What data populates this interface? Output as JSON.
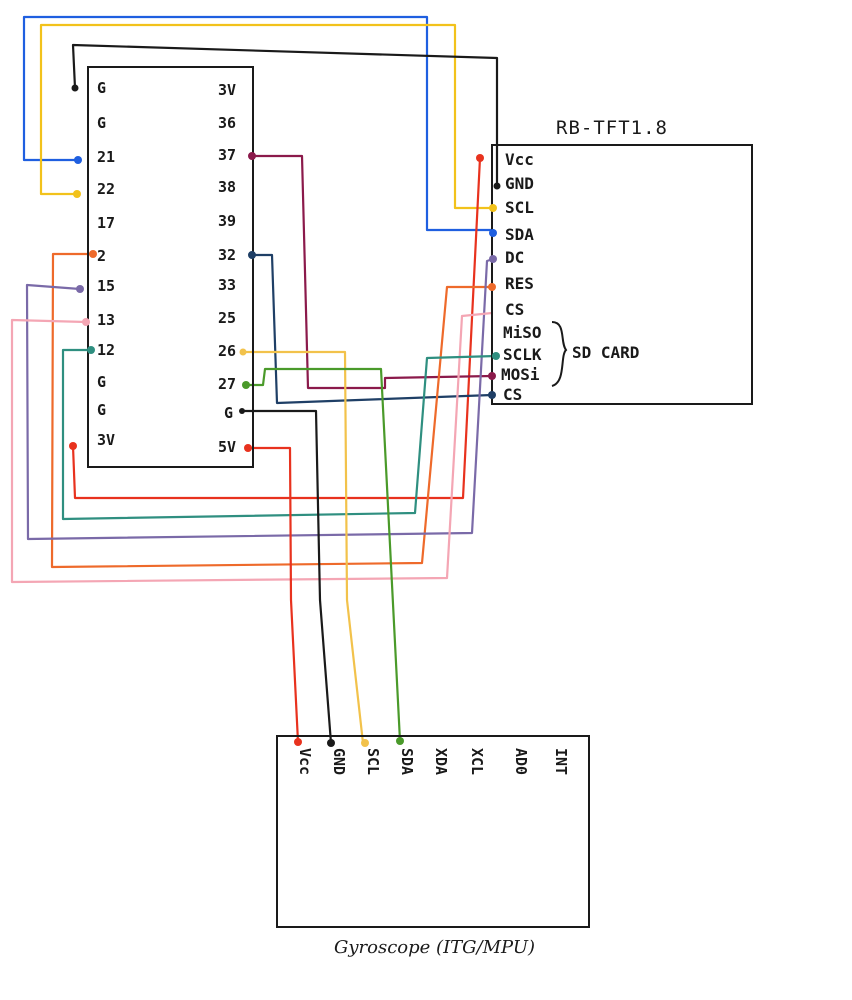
{
  "esp_board": {
    "left_pins": [
      "G",
      "G",
      "21",
      "22",
      "17",
      "2",
      "15",
      "13",
      "12",
      "G",
      "G",
      "3V"
    ],
    "right_pins": [
      "3V",
      "36",
      "37",
      "38",
      "39",
      "32",
      "33",
      "25",
      "26",
      "27",
      "G",
      "5V"
    ]
  },
  "tft": {
    "title": "RB-TFT1.8",
    "pins": [
      "Vcc",
      "GND",
      "SCL",
      "SDA",
      "DC",
      "RES",
      "CS",
      "MiSO",
      "SCLK",
      "MOSi",
      "CS"
    ],
    "sd_label": "SD CARD"
  },
  "gyro": {
    "title": "Gyroscope (ITG/MPU)",
    "pins": [
      "Vcc",
      "GND",
      "SCL",
      "SDA",
      "XDA",
      "XCL",
      "AD0",
      "INT"
    ]
  },
  "colors": {
    "blue": "#1f5fe0",
    "yellow": "#f2c21b",
    "black": "#1a1a1a",
    "red": "#e8321e",
    "maroon": "#8b1a4b",
    "navy": "#1f3f66",
    "orange": "#ee6a2b",
    "purple": "#7a6aa8",
    "pink": "#f4a6b4",
    "teal": "#2f8f80",
    "green": "#4a9a2a",
    "gold": "#f2c24b"
  }
}
